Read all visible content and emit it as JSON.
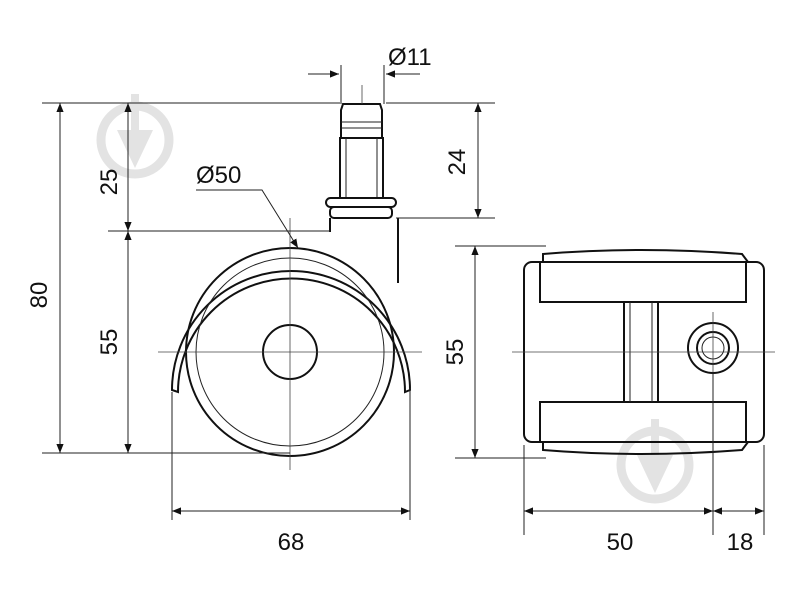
{
  "dimensions": {
    "stem_diameter": "Ø11",
    "stem_length": "24",
    "overall_height": "80",
    "upper_height": "25",
    "wheel_diameter": "Ø50",
    "wheel_height_side": "55",
    "wheel_height_front": "55",
    "overall_width_side": "68",
    "wheel_width_front": "50",
    "offset_front": "18"
  },
  "colors": {
    "line": "#111111",
    "background": "#ffffff",
    "watermark": "#e3e3e3"
  },
  "watermark_icon": "arrow-drop-icon"
}
